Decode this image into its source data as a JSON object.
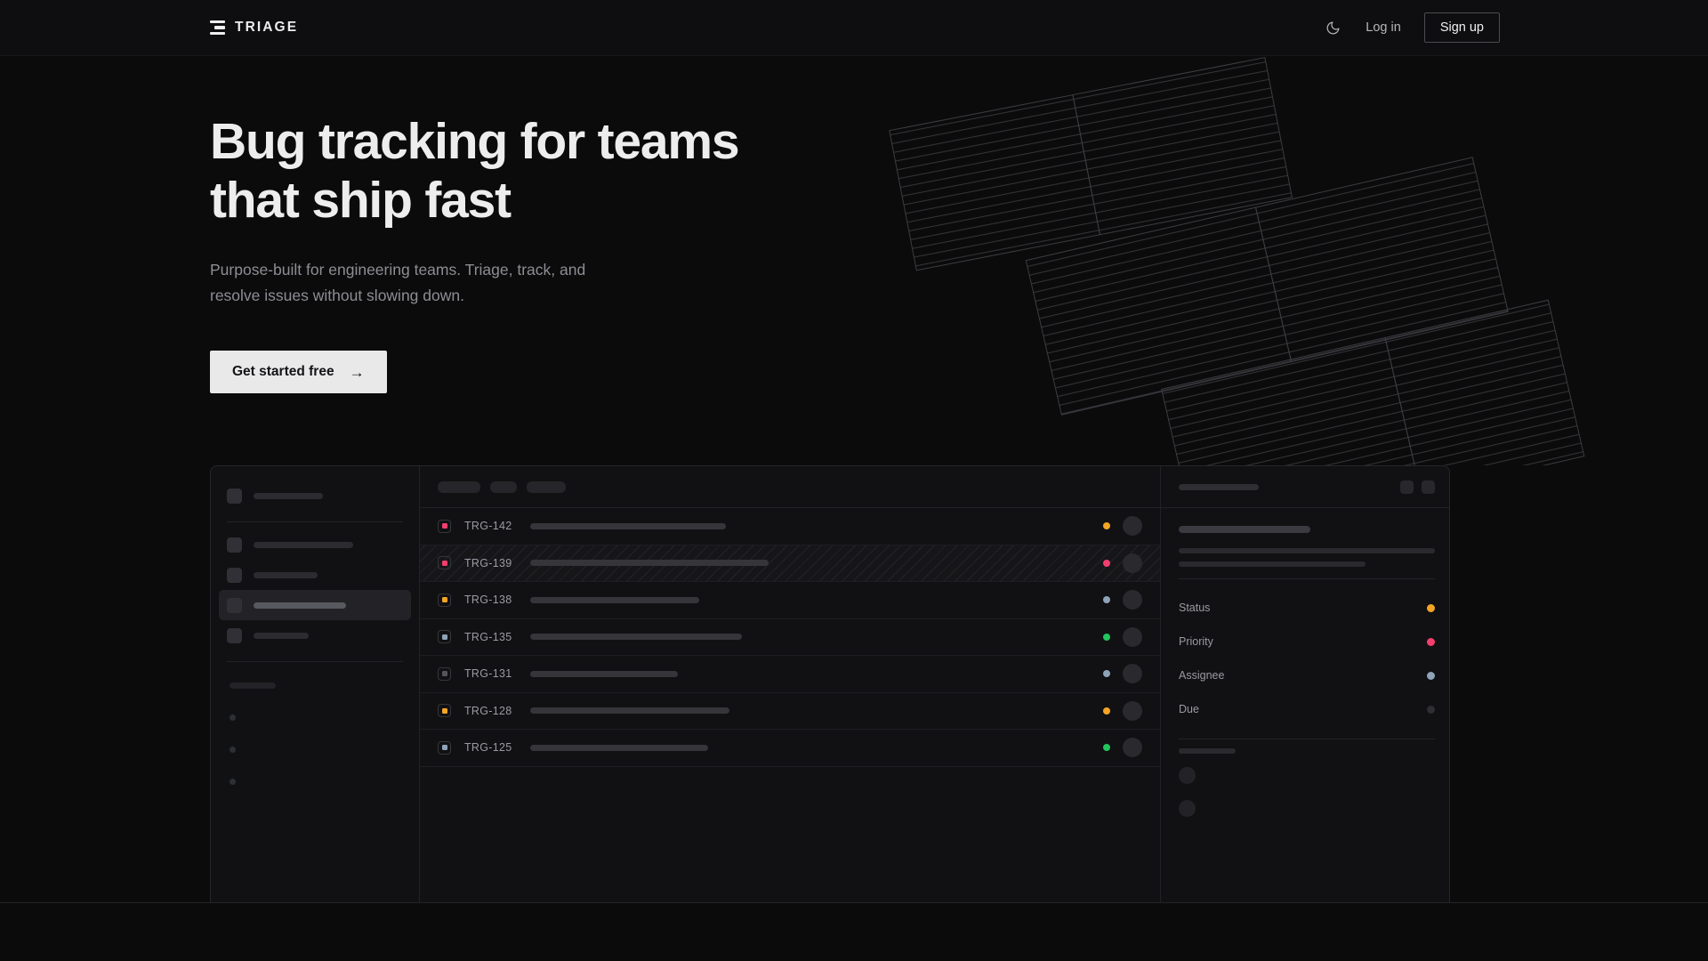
{
  "header": {
    "brand": "TRIAGE",
    "theme_toggle_icon": "moon-icon",
    "login_label": "Log in",
    "signup_label": "Sign up"
  },
  "hero": {
    "title": "Bug tracking for teams\nthat ship fast",
    "subtitle": "Purpose-built for engineering teams. Triage, track, and\nresolve issues without slowing down.",
    "cta_label": "Get started free",
    "cta_arrow": "→"
  },
  "app_preview": {
    "sidebar": {
      "nav_items": [
        {
          "width": 112
        },
        {
          "width": 72
        },
        {
          "width": 104,
          "active": true
        },
        {
          "width": 62
        }
      ],
      "section_label_width": 52,
      "sub_items": [
        1,
        2,
        3
      ]
    },
    "list": {
      "filter_chips": [
        48,
        30,
        44
      ],
      "rows": [
        {
          "id": "TRG-142",
          "priority_color": "#f43f6e",
          "status_color": "#f5a524",
          "title_width": 220
        },
        {
          "id": "TRG-139",
          "priority_color": "#f43f6e",
          "status_color": "#f43f6e",
          "title_width": 268,
          "hatched": true
        },
        {
          "id": "TRG-138",
          "priority_color": "#f5a524",
          "status_color": "#8fa3b8",
          "title_width": 190
        },
        {
          "id": "TRG-135",
          "priority_color": "#8fa3b8",
          "status_color": "#22c55e",
          "title_width": 238
        },
        {
          "id": "TRG-131",
          "priority_color": "#55555c",
          "status_color": "#8fa3b8",
          "title_width": 166
        },
        {
          "id": "TRG-128",
          "priority_color": "#f5a524",
          "status_color": "#f5a524",
          "title_width": 224
        },
        {
          "id": "TRG-125",
          "priority_color": "#8fa3b8",
          "status_color": "#22c55e",
          "title_width": 200
        }
      ]
    },
    "detail": {
      "title_skeleton_width": 90,
      "icon_buttons": [
        "panel-icon-button",
        "panel-icon-button"
      ],
      "heading_width": 148,
      "body_line_widths": [
        288,
        210
      ],
      "meta": [
        {
          "label": "Status",
          "color": "#f5a524"
        },
        {
          "label": "Priority",
          "color": "#f43f6e"
        },
        {
          "label": "Assignee",
          "color": "#8fa3b8"
        },
        {
          "label": "Due",
          "color": "#2e2e33"
        }
      ],
      "comments_label_width": 64,
      "comments": [
        1,
        2
      ]
    }
  },
  "colors": {
    "background": "#0b0b0c",
    "surface": "#111113",
    "border": "#27272b",
    "text_primary": "#ededee",
    "text_muted": "#8d8d93",
    "accent_amber": "#f5a524",
    "accent_pink": "#f43f6e",
    "accent_green": "#22c55e",
    "accent_slate": "#8fa3b8"
  }
}
